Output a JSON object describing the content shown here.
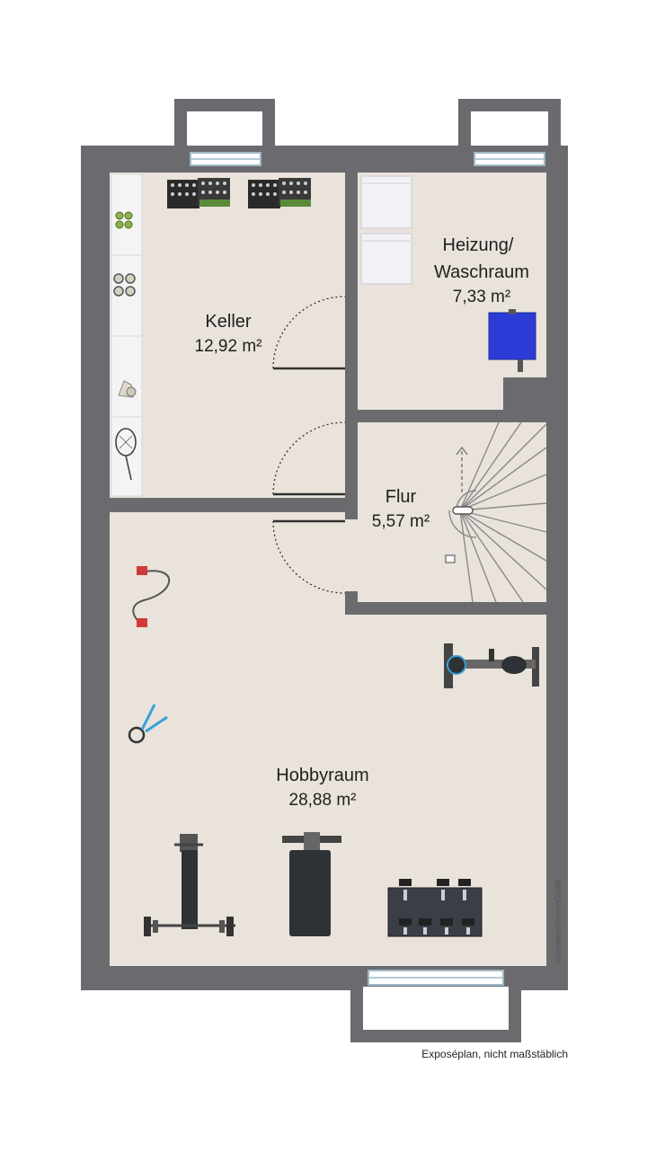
{
  "colors": {
    "wall": "#6b6b6f",
    "floor": "#e9e3db",
    "shelf": "#f4f4f4",
    "machine": "#f2f2f6",
    "heater": "#2b3cd6",
    "equipment": "#2e3136",
    "accent_red": "#d23a3a",
    "accent_blue": "#3aa0d8"
  },
  "rooms": [
    {
      "id": "keller",
      "name": "Keller",
      "area": "12,92 m²"
    },
    {
      "id": "heizung",
      "name_line1": "Heizung/",
      "name_line2": "Waschraum",
      "area": "7,33 m²"
    },
    {
      "id": "flur",
      "name": "Flur",
      "area": "5,57 m²"
    },
    {
      "id": "hobbyraum",
      "name": "Hobbyraum",
      "area": "28,88 m²"
    }
  ],
  "credit": "illustration©immoGrafik",
  "footer": "Exposéplan, nicht maßstäblich",
  "icons": [
    "bottle-crate-icon",
    "tennis-racket-icon",
    "washing-machine-icon",
    "dryer-icon",
    "boiler-icon",
    "staircase-icon",
    "resistance-band-icon",
    "jump-rope-icon",
    "exercise-bike-icon",
    "weight-bench-icon",
    "dumbbell-rack-icon"
  ]
}
